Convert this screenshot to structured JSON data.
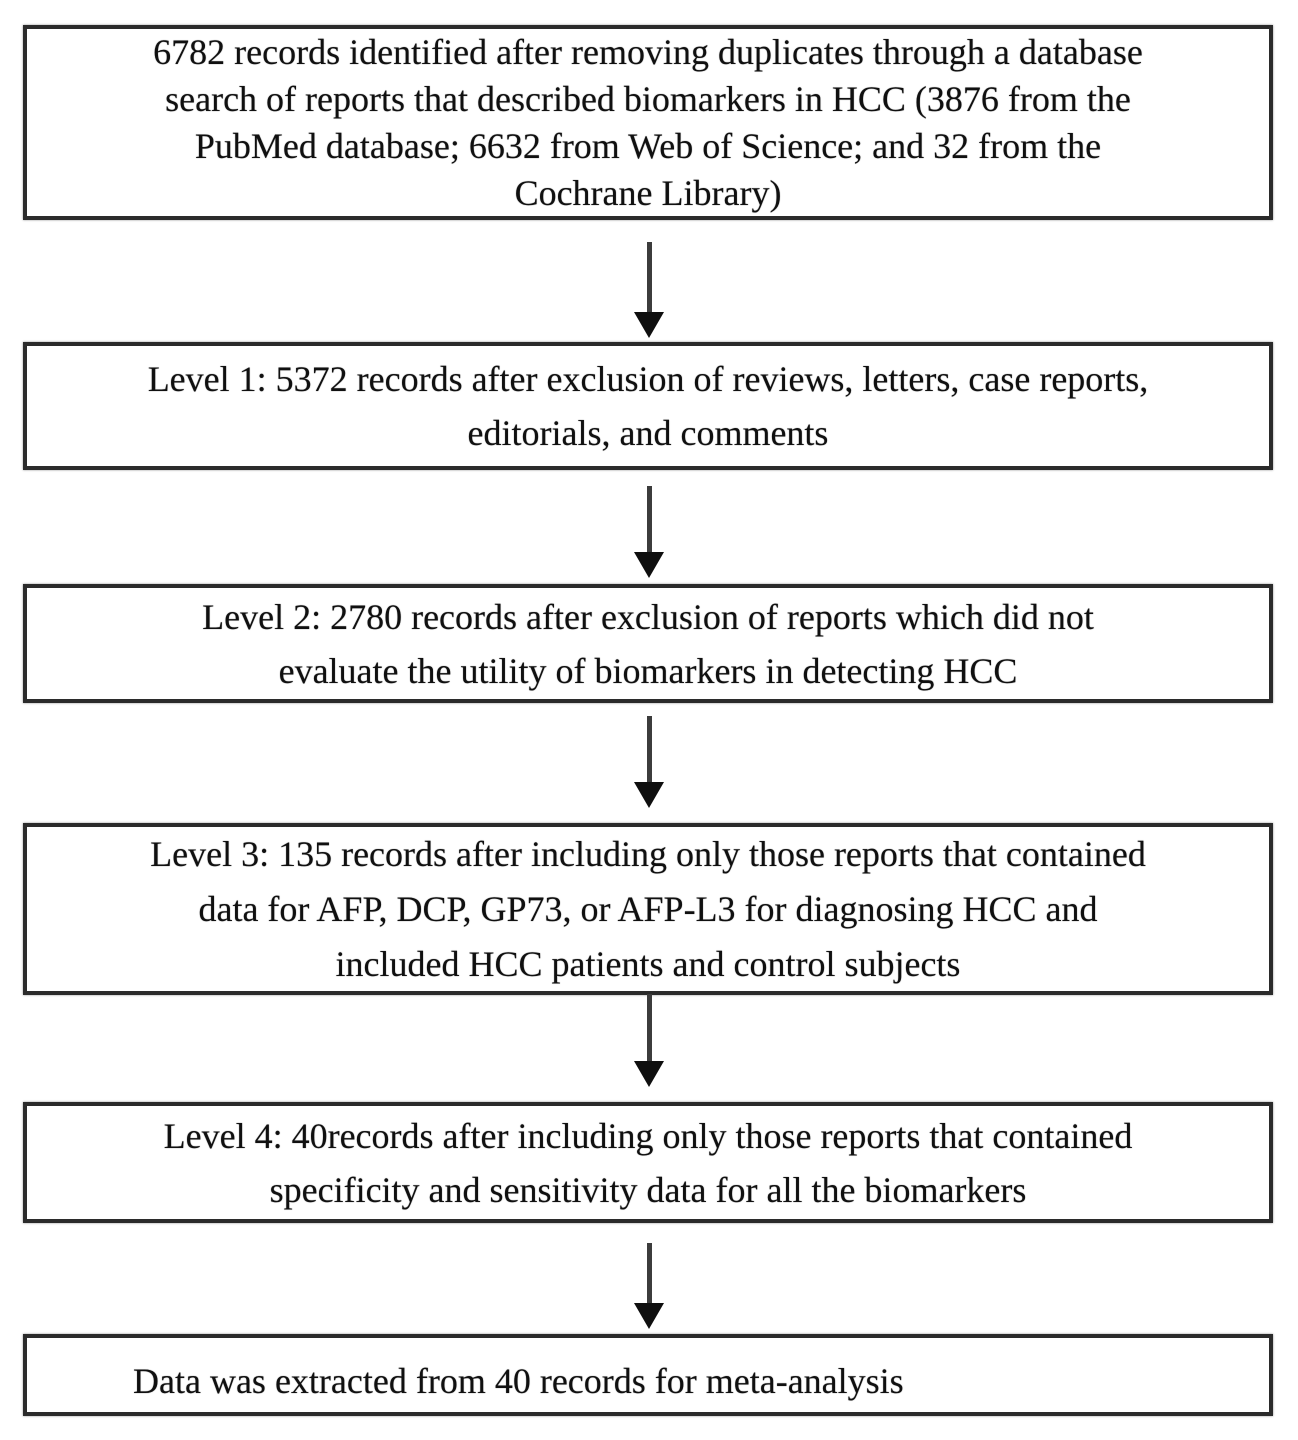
{
  "flowchart": {
    "type": "study-selection-flow-diagram",
    "boxes": [
      {
        "id": "records-identified",
        "record_count": 6782,
        "lines": [
          "6782 records identified after removing duplicates through a database",
          "search of reports that described biomarkers in HCC (3876 from the",
          "PubMed database; 6632 from Web of Science; and 32 from the",
          "Cochrane Library)"
        ]
      },
      {
        "id": "level-1",
        "record_count": 5372,
        "lines": [
          "Level 1: 5372 records after exclusion of reviews, letters, case reports,",
          "editorials, and comments"
        ]
      },
      {
        "id": "level-2",
        "record_count": 2780,
        "lines": [
          "Level 2: 2780 records after exclusion of reports which did not",
          "evaluate the utility of biomarkers in detecting HCC"
        ]
      },
      {
        "id": "level-3",
        "record_count": 135,
        "lines": [
          "Level 3: 135 records after including only those reports that contained",
          "data for AFP, DCP, GP73, or AFP-L3 for diagnosing HCC and",
          "included HCC patients and control subjects"
        ]
      },
      {
        "id": "level-4",
        "record_count": 40,
        "lines": [
          "Level 4: 40records after including only those reports that contained",
          "specificity and sensitivity data for all the biomarkers"
        ]
      },
      {
        "id": "data-extracted",
        "record_count": 40,
        "lines": [
          "Data was extracted from 40 records for meta-analysis"
        ]
      }
    ],
    "arrows": 5,
    "colors": {
      "background": "#ffffff",
      "box_border": "#2b2b2b",
      "text": "#101010",
      "arrow": "#0f0f0f"
    }
  }
}
